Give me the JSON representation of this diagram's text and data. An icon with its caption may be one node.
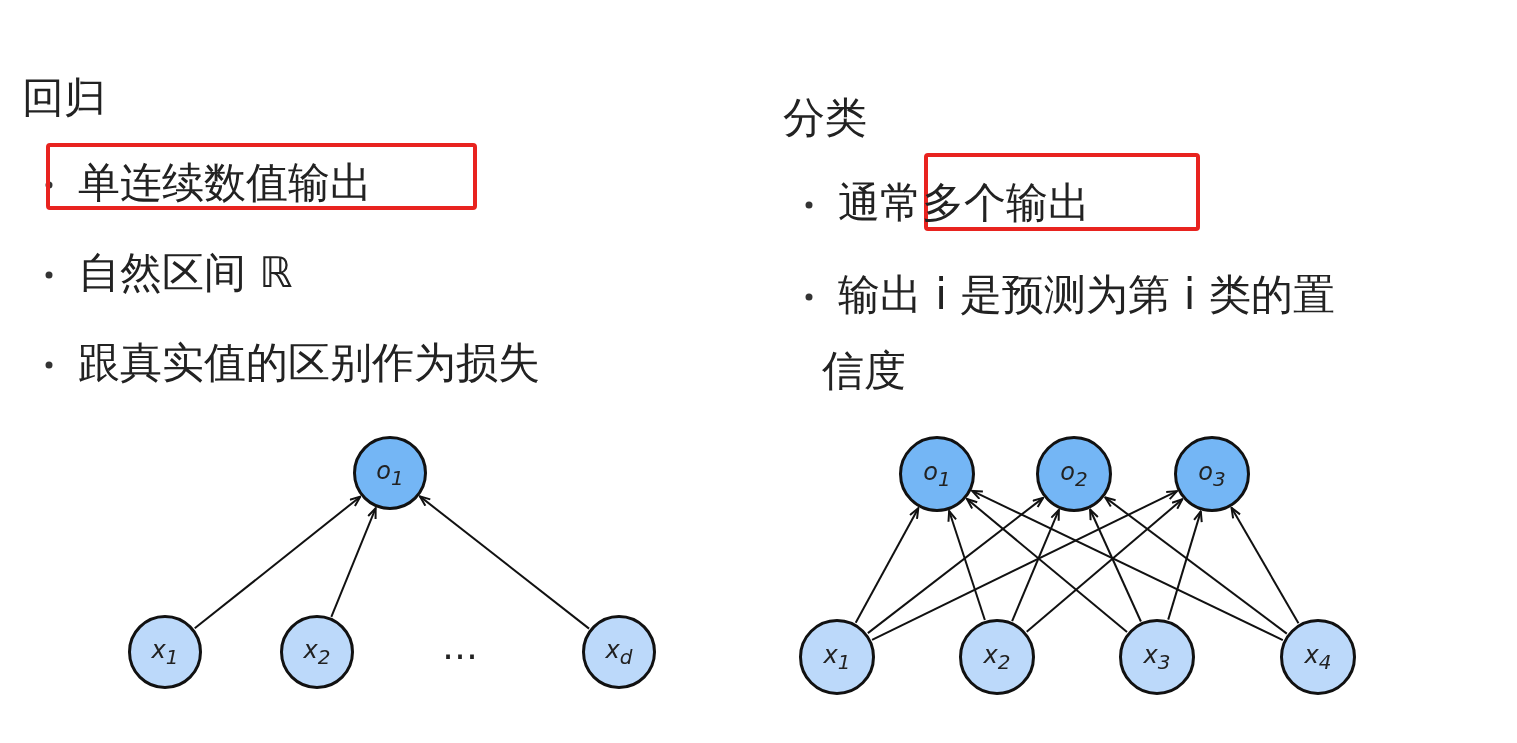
{
  "diagram": {
    "nodes": [
      {
        "text": [
          "o$_{1}$"
        ]
      },
      {
        "text": [
          "x$_{1}$"
        ]
      },
      {
        "text": [
          "x$_{2}$"
        ]
      },
      {
        "text": [
          "x$_{d}$"
        ]
      },
      {
        "text": [
          "o$_{1}$"
        ]
      },
      {
        "text": [
          "o$_{2}$"
        ]
      },
      {
        "text": [
          "o$_{3}$"
        ]
      },
      {
        "text": [
          "x$_{1}$"
        ]
      },
      {
        "text": [
          "x$_{2}$"
        ]
      },
      {
        "text": [
          "x$_{3}$"
        ]
      },
      {
        "text": [
          "x$_{4}$"
        ]
      }
    ],
    "edges": [
      {
        "from": 1,
        "to": 0,
        "arrow": "to"
      },
      {
        "from": 2,
        "to": 0,
        "arrow": "to"
      },
      {
        "from": 3,
        "to": 0,
        "arrow": "to"
      },
      {
        "from": 7,
        "to": 4,
        "arrow": "to"
      },
      {
        "from": 7,
        "to": 5,
        "arrow": "to"
      },
      {
        "from": 7,
        "to": 6,
        "arrow": "to"
      },
      {
        "from": 8,
        "to": 4,
        "arrow": "to"
      },
      {
        "from": 8,
        "to": 5,
        "arrow": "to"
      },
      {
        "from": 8,
        "to": 6,
        "arrow": "to"
      },
      {
        "from": 9,
        "to": 4,
        "arrow": "to"
      },
      {
        "from": 9,
        "to": 5,
        "arrow": "to"
      },
      {
        "from": 9,
        "to": 6,
        "arrow": "to"
      },
      {
        "from": 10,
        "to": 4,
        "arrow": "to"
      },
      {
        "from": 10,
        "to": 5,
        "arrow": "to"
      },
      {
        "from": 10,
        "to": 6,
        "arrow": "to"
      }
    ],
    "labels": [
      "回归",
      "单连续数值输出",
      "自然区间 ℝ",
      "跟真实值的区别作为损失",
      "分类",
      "通常多个输出",
      "输出 i 是预测为第 i 类的置信度",
      "…"
    ]
  }
}
